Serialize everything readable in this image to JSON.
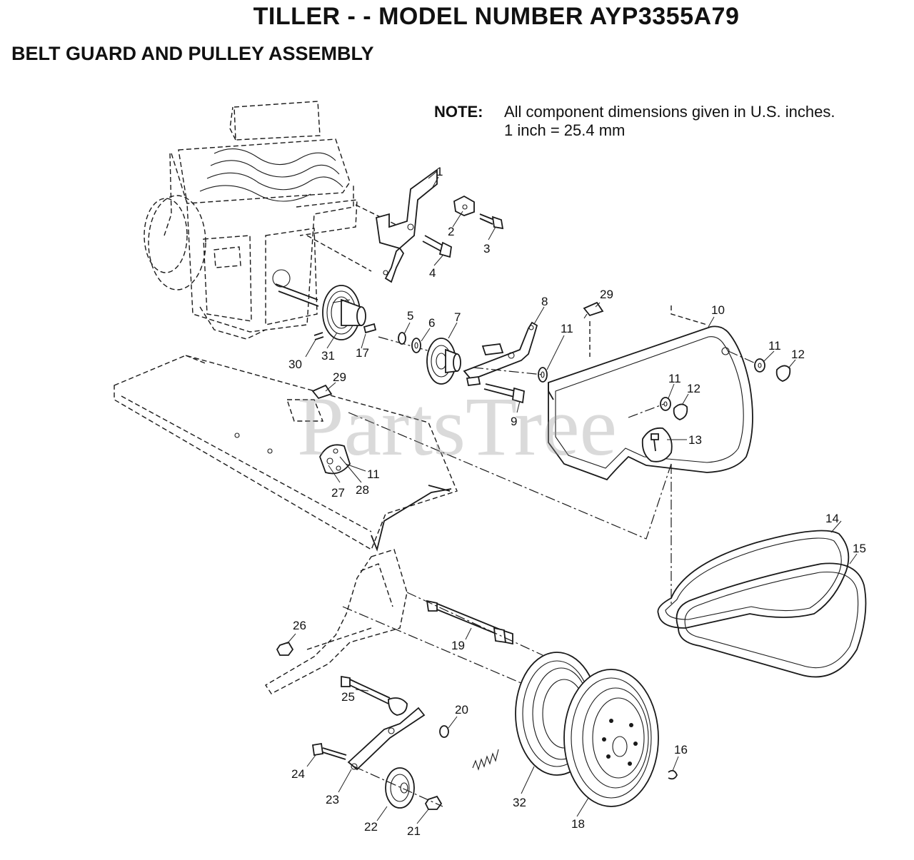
{
  "title": "TILLER - - MODEL NUMBER AYP3355A79",
  "subtitle": "BELT GUARD AND PULLEY ASSEMBLY",
  "note": {
    "label": "NOTE:",
    "line1": "All component dimensions given in U.S. inches.",
    "line2": "1 inch = 25.4 mm"
  },
  "watermark": "PartsTree",
  "callouts": [
    {
      "id": "c1",
      "text": "1"
    },
    {
      "id": "c2",
      "text": "2"
    },
    {
      "id": "c3",
      "text": "3"
    },
    {
      "id": "c4",
      "text": "4"
    },
    {
      "id": "c5",
      "text": "5"
    },
    {
      "id": "c6",
      "text": "6"
    },
    {
      "id": "c7",
      "text": "7"
    },
    {
      "id": "c8",
      "text": "8"
    },
    {
      "id": "c9",
      "text": "9"
    },
    {
      "id": "c10",
      "text": "10"
    },
    {
      "id": "c11a",
      "text": "11"
    },
    {
      "id": "c11b",
      "text": "11"
    },
    {
      "id": "c11c",
      "text": "11"
    },
    {
      "id": "c11d",
      "text": "11"
    },
    {
      "id": "c12a",
      "text": "12"
    },
    {
      "id": "c12b",
      "text": "12"
    },
    {
      "id": "c13",
      "text": "13"
    },
    {
      "id": "c14",
      "text": "14"
    },
    {
      "id": "c15",
      "text": "15"
    },
    {
      "id": "c16",
      "text": "16"
    },
    {
      "id": "c17",
      "text": "17"
    },
    {
      "id": "c18",
      "text": "18"
    },
    {
      "id": "c19",
      "text": "19"
    },
    {
      "id": "c20",
      "text": "20"
    },
    {
      "id": "c21",
      "text": "21"
    },
    {
      "id": "c22",
      "text": "22"
    },
    {
      "id": "c23",
      "text": "23"
    },
    {
      "id": "c24",
      "text": "24"
    },
    {
      "id": "c25",
      "text": "25"
    },
    {
      "id": "c26",
      "text": "26"
    },
    {
      "id": "c27",
      "text": "27"
    },
    {
      "id": "c28",
      "text": "28"
    },
    {
      "id": "c29a",
      "text": "29"
    },
    {
      "id": "c29b",
      "text": "29"
    },
    {
      "id": "c30",
      "text": "30"
    },
    {
      "id": "c31",
      "text": "31"
    },
    {
      "id": "c32",
      "text": "32"
    }
  ]
}
